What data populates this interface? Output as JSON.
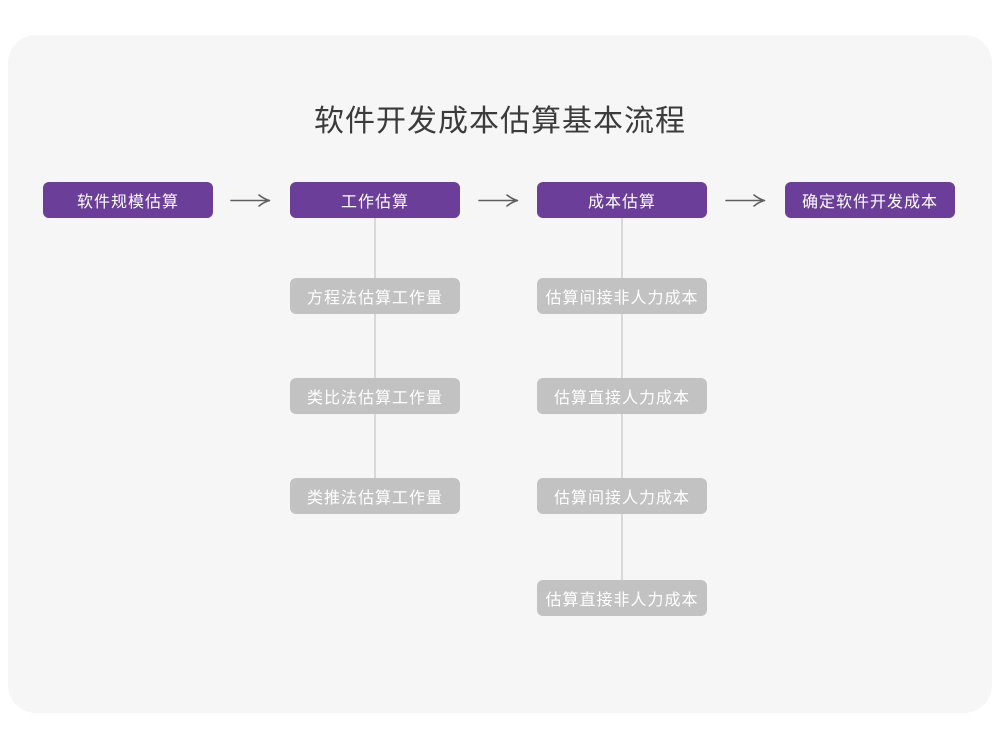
{
  "page": {
    "title": "软件开发成本估算基本流程"
  },
  "colors": {
    "page_bg": "#ffffff",
    "card_bg": "#f6f6f7",
    "primary_node_bg": "#6b3e99",
    "secondary_node_bg": "#c2c2c3",
    "node_text": "#ffffff",
    "title_text": "#3b3b3b",
    "connector_line": "#d8d8d9",
    "arrow_stroke": "#5f5f5f"
  },
  "flow": {
    "main_steps": [
      {
        "label": "软件规模估算"
      },
      {
        "label": "工作估算"
      },
      {
        "label": "成本估算"
      },
      {
        "label": "确定软件开发成本"
      }
    ],
    "arrow_icon": "right-arrow",
    "work_estimation_methods": [
      {
        "label": "方程法估算工作量"
      },
      {
        "label": "类比法估算工作量"
      },
      {
        "label": "类推法估算工作量"
      }
    ],
    "cost_estimation_steps": [
      {
        "label": "估算间接非人力成本"
      },
      {
        "label": "估算直接人力成本"
      },
      {
        "label": "估算间接人力成本"
      },
      {
        "label": "估算直接非人力成本"
      }
    ]
  }
}
